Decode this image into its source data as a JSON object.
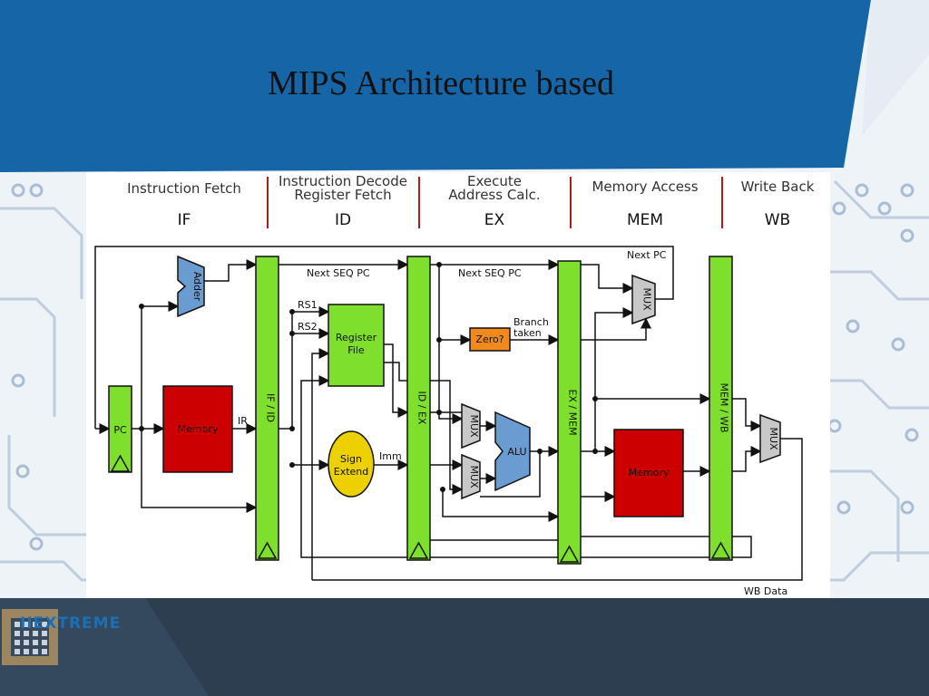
{
  "slide": {
    "title": "MIPS Architecture based",
    "logo_text": "IIEXTREME",
    "colors": {
      "header_blue": "#1565a7",
      "pipeline_green": "#7ee02c",
      "memory_red": "#cc0000",
      "alu_blue": "#6a9bd1",
      "sign_extend_yellow": "#ecd000",
      "zero_orange": "#f08a1c",
      "mux_gray": "#c8c8c8",
      "stage_divider": "#b01c1c",
      "footer_dark": "#2c3e50"
    }
  },
  "stages": [
    {
      "name_lines": [
        "Instruction Fetch"
      ],
      "abbr": "IF"
    },
    {
      "name_lines": [
        "Instruction Decode",
        "Register Fetch"
      ],
      "abbr": "ID"
    },
    {
      "name_lines": [
        "Execute",
        "Address Calc."
      ],
      "abbr": "EX"
    },
    {
      "name_lines": [
        "Memory Access"
      ],
      "abbr": "MEM"
    },
    {
      "name_lines": [
        "Write Back"
      ],
      "abbr": "WB"
    }
  ],
  "registers": {
    "if_id": "IF / ID",
    "id_ex": "ID / EX",
    "ex_mem": "EX / MEM",
    "mem_wb": "MEM / WB"
  },
  "blocks": {
    "pc": "PC",
    "adder": "Adder",
    "inst_memory": "Memory",
    "register_file": [
      "Register",
      "File"
    ],
    "sign_extend": [
      "Sign",
      "Extend"
    ],
    "zero": "Zero?",
    "alu": "ALU",
    "data_memory": "Memory",
    "mux": "MUX"
  },
  "signals": {
    "ir": "IR",
    "rs1": "RS1",
    "rs2": "RS2",
    "imm": "Imm",
    "next_seq_pc_1": "Next SEQ PC",
    "next_seq_pc_2": "Next SEQ PC",
    "next_pc": "Next PC",
    "branch_taken": [
      "Branch",
      "taken"
    ],
    "wb_data": "WB Data"
  }
}
